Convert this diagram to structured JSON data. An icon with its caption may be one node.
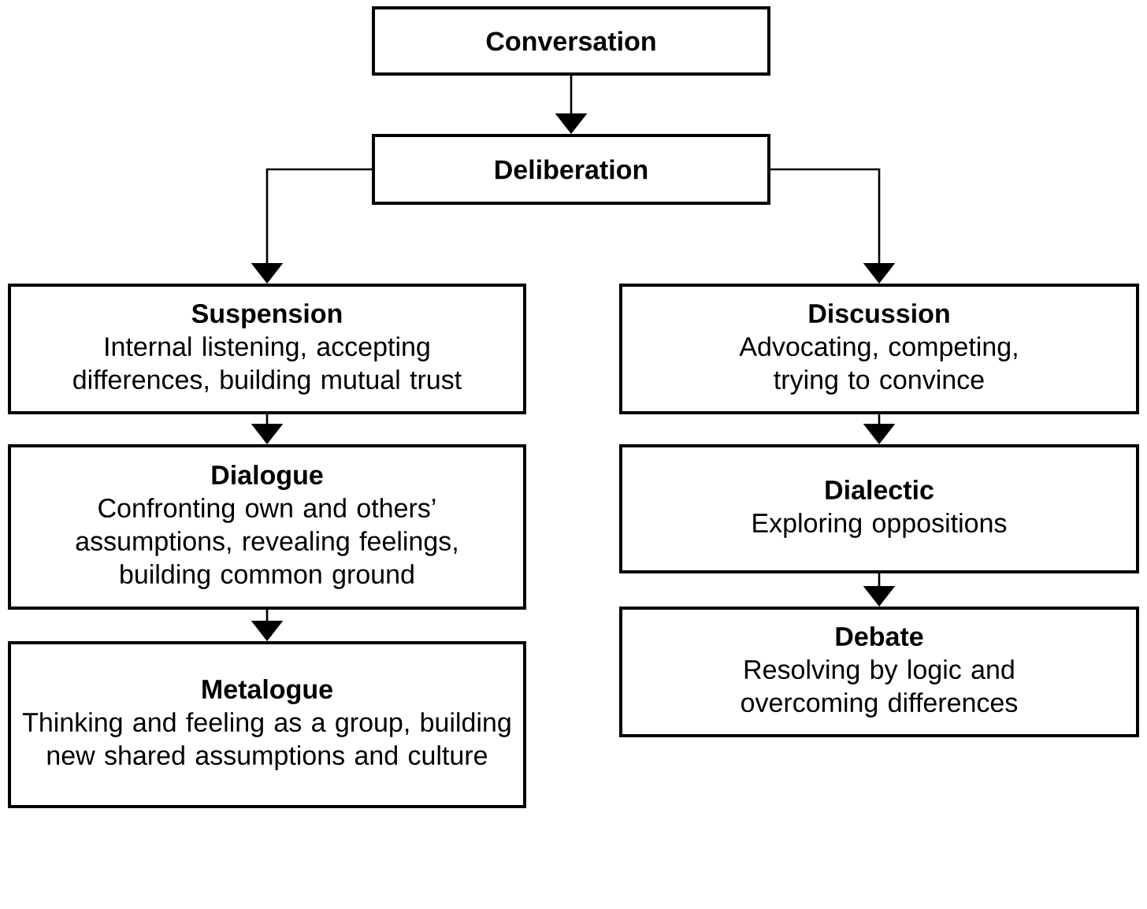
{
  "diagram": {
    "nodes": [
      {
        "text": [
          "Conversation"
        ]
      },
      {
        "text": [
          "Deliberation"
        ]
      },
      {
        "text": [
          "Suspension",
          "Internal listening, accepting differences, building mutual trust"
        ]
      },
      {
        "text": [
          "Dialogue",
          "Confronting own and others’ assumptions, revealing feelings, building common ground"
        ]
      },
      {
        "text": [
          "Metalogue",
          "Thinking and feeling as a group, building new shared assumptions and culture"
        ]
      },
      {
        "text": [
          "Discussion",
          "Advocating, competing, trying to convince"
        ]
      },
      {
        "text": [
          "Dialectic",
          "Exploring oppositions"
        ]
      },
      {
        "text": [
          "Debate",
          "Resolving by logic and overcoming differences"
        ]
      }
    ],
    "edges": [
      {
        "from": 0,
        "to": 1,
        "arrow": "to"
      },
      {
        "from": 1,
        "to": 2,
        "arrow": "to"
      },
      {
        "from": 1,
        "to": 5,
        "arrow": "to"
      },
      {
        "from": 2,
        "to": 3,
        "arrow": "to"
      },
      {
        "from": 3,
        "to": 4,
        "arrow": "to"
      },
      {
        "from": 5,
        "to": 6,
        "arrow": "to"
      },
      {
        "from": 6,
        "to": 7,
        "arrow": "to"
      }
    ]
  }
}
